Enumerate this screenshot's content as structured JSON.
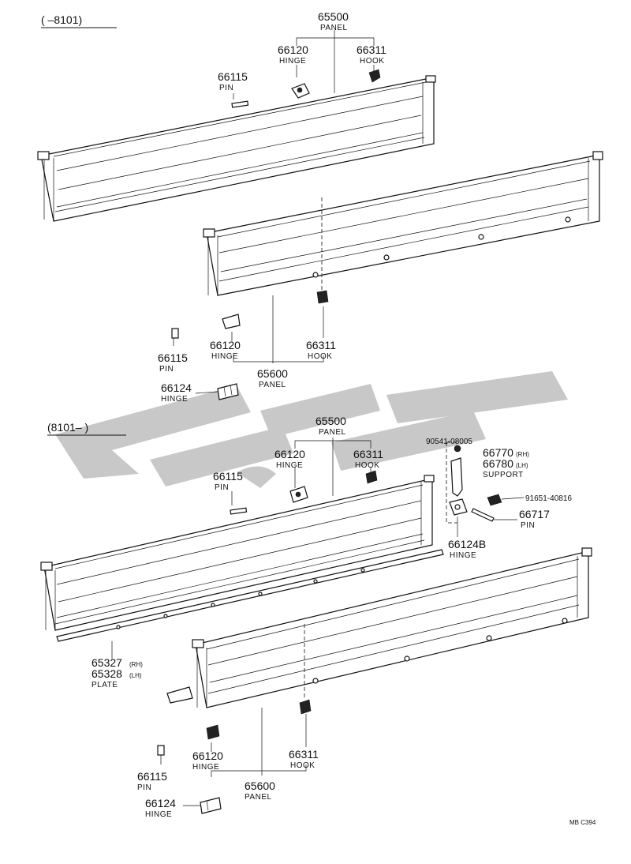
{
  "sections": [
    {
      "range_label": "(      –8101)",
      "labels": [
        {
          "num": "65500",
          "name": "PANEL"
        },
        {
          "num": "66120",
          "name": "HINGE"
        },
        {
          "num": "66311",
          "name": "HOOK"
        },
        {
          "num": "66115",
          "name": "PIN"
        },
        {
          "num": "66120",
          "name": "HINGE"
        },
        {
          "num": "66311",
          "name": "HOOK"
        },
        {
          "num": "66115",
          "name": "PIN"
        },
        {
          "num": "65600",
          "name": "PANEL"
        },
        {
          "num": "66124",
          "name": "HINGE"
        }
      ]
    },
    {
      "range_label": "(8101–      )",
      "labels": [
        {
          "num": "65500",
          "name": "PANEL"
        },
        {
          "num": "66120",
          "name": "HINGE"
        },
        {
          "num": "66311",
          "name": "HOOK"
        },
        {
          "num": "66115",
          "name": "PIN"
        },
        {
          "num": "90541-08005",
          "name": ""
        },
        {
          "num": "66770",
          "name": "(RH)"
        },
        {
          "num": "66780",
          "name": "(LH)"
        },
        {
          "num": "",
          "name": "SUPPORT"
        },
        {
          "num": "91651-40816",
          "name": ""
        },
        {
          "num": "66717",
          "name": "PIN"
        },
        {
          "num": "66124B",
          "name": "HINGE"
        },
        {
          "num": "65327",
          "name": "(RH)"
        },
        {
          "num": "65328",
          "name": "(LH)"
        },
        {
          "num": "",
          "name": "PLATE"
        },
        {
          "num": "66120",
          "name": "HINGE"
        },
        {
          "num": "66311",
          "name": "HOOK"
        },
        {
          "num": "66115",
          "name": "PIN"
        },
        {
          "num": "65600",
          "name": "PANEL"
        },
        {
          "num": "66124",
          "name": "HINGE"
        }
      ]
    }
  ],
  "footer_code": "MB C394"
}
